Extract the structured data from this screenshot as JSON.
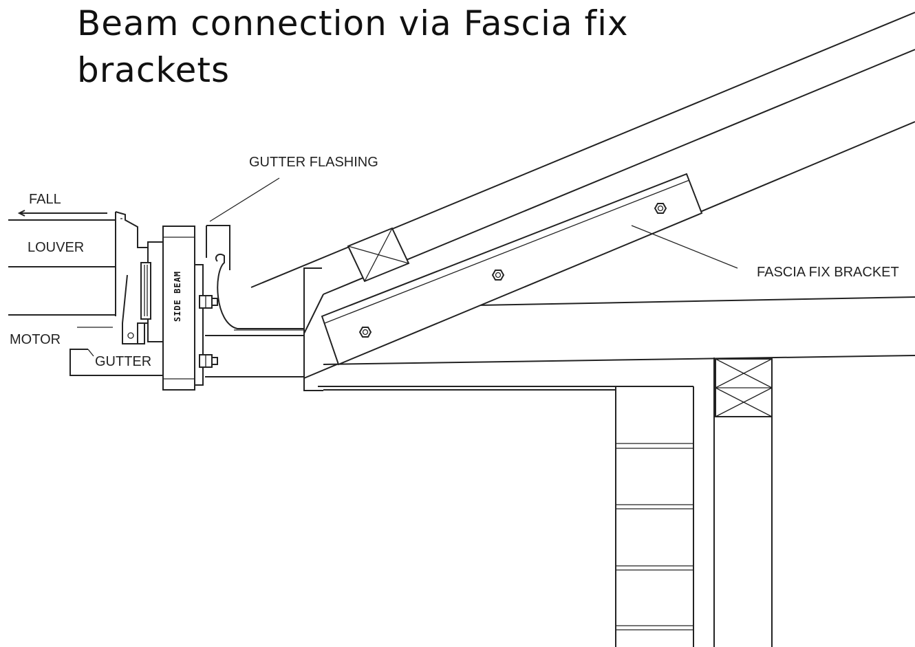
{
  "title": "Beam connection via Fascia fix brackets",
  "labels": {
    "gutter_flashing": "GUTTER FLASHING",
    "fall": "FALL",
    "louver": "LOUVER",
    "motor": "MOTOR",
    "gutter": "GUTTER",
    "side_beam": "SIDE BEAM",
    "fascia_fix_bracket": "FASCIA FIX BRACKET"
  },
  "colors": {
    "line": "#222222",
    "background": "#ffffff"
  }
}
